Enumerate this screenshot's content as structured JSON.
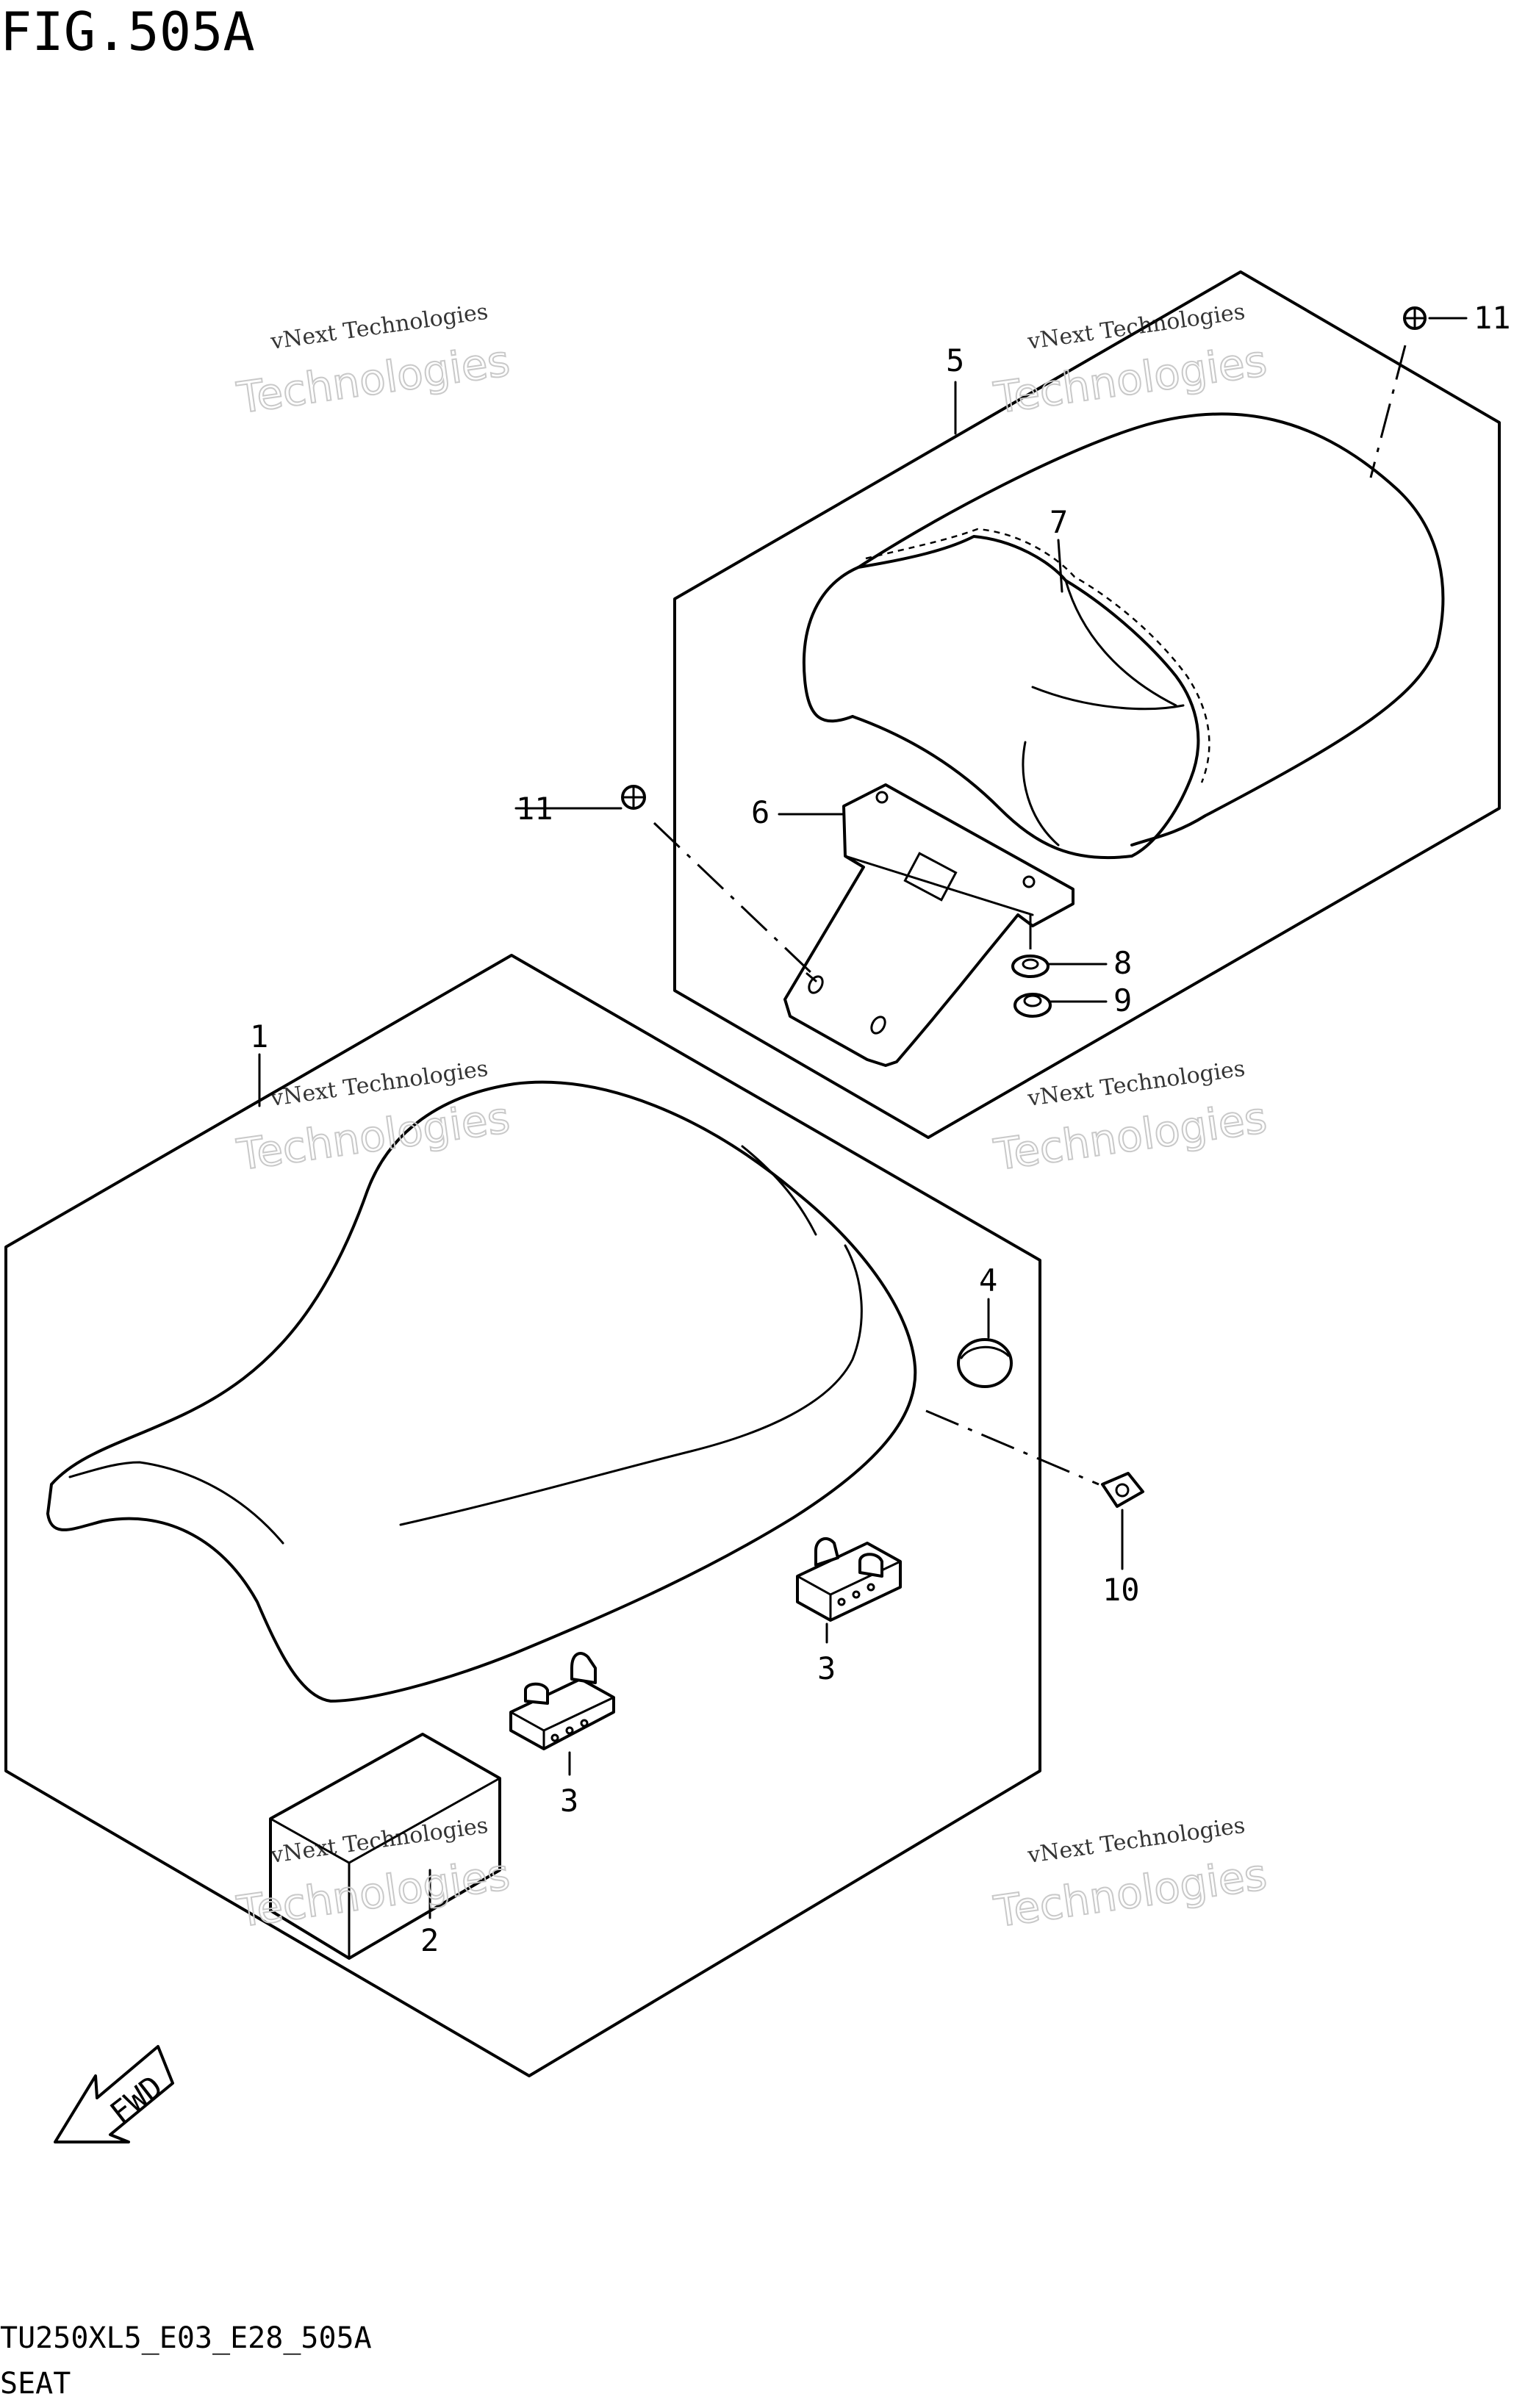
{
  "figure": {
    "title": "FIG.505A",
    "code": "TU250XL5_E03_E28_505A",
    "caption": "SEAT"
  },
  "callouts": {
    "c1": "1",
    "c2": "2",
    "c3a": "3",
    "c3b": "3",
    "c4": "4",
    "c5": "5",
    "c6": "6",
    "c7": "7",
    "c8": "8",
    "c9": "9",
    "c10": "10",
    "c11a": "11",
    "c11b": "11"
  },
  "fwd_label": "FWD",
  "watermark": {
    "line1": "vNext Technologies",
    "line2": "Technologies"
  },
  "icons": {
    "fwd_arrow": "fwd-arrow-icon"
  }
}
